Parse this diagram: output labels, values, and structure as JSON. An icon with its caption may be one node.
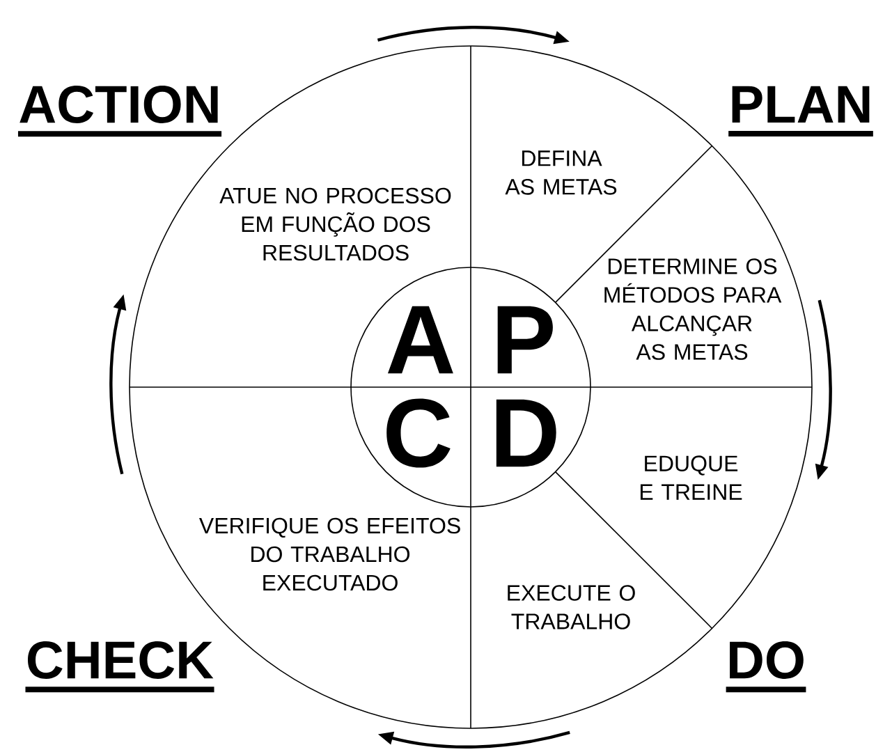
{
  "diagram": {
    "labels": [
      "ACTION",
      "PLAN",
      "DEFINA AS METAS",
      "ATUE NO PROCESSO EM FUNÇÃO DOS RESULTADOS",
      "DETERMINE OS MÉTODOS PARA ALCANÇAR AS METAS",
      "A",
      "P",
      "C",
      "D",
      "EDUQUE E TREINE",
      "VERIFIQUE OS EFEITOS DO TRABALHO EXECUTADO",
      "EXECUTE O TRABALHO",
      "CHECK",
      "DO"
    ]
  }
}
